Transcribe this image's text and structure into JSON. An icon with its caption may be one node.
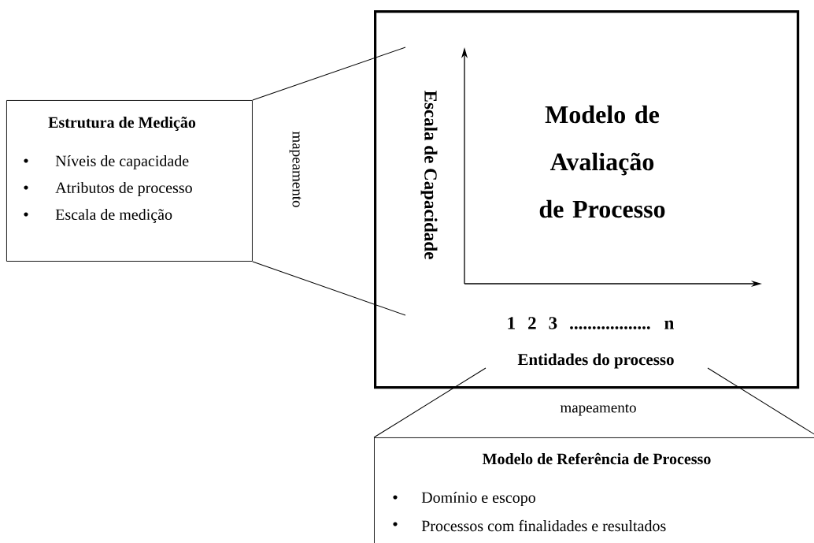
{
  "diagram": {
    "nodes": [
      {
        "text": [
          "Modelo de Avaliação de Processo",
          "Escala de Capacidade",
          "1 2 3 .................. n",
          "Entidades do processo"
        ]
      },
      {
        "text": [
          "Estrutura de Medição",
          "Níveis de capacidade",
          "Atributos de processo",
          "Escala de medição"
        ]
      },
      {
        "text": [
          "Modelo de Referência de Processo",
          "Domínio e escopo",
          "Processos com finalidades e resultados"
        ]
      }
    ],
    "edges": [
      {
        "from": 1,
        "to": 0,
        "arrow": "none"
      },
      {
        "from": 1,
        "to": 0,
        "arrow": "none"
      },
      {
        "from": 2,
        "to": 0,
        "arrow": "none"
      },
      {
        "from": 2,
        "to": 0,
        "arrow": "none"
      }
    ],
    "labels": [
      "mapeamento",
      "mapeamento"
    ]
  }
}
